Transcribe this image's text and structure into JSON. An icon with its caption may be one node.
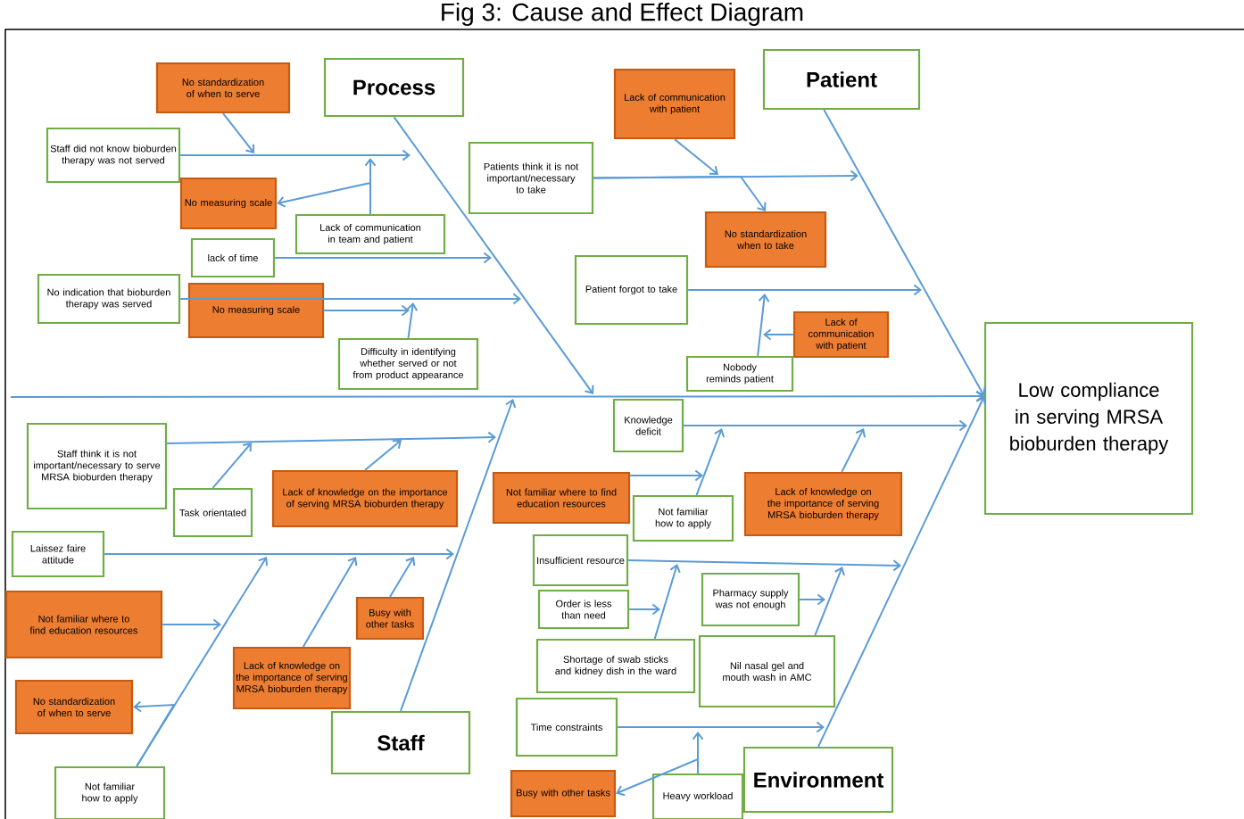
{
  "diagram": {
    "title": "Fig 3: Cause and Effect Diagram",
    "nodes": [
      {
        "text": [
          "Process"
        ]
      },
      {
        "text": [
          "Patient"
        ]
      },
      {
        "text": [
          "Staff"
        ]
      },
      {
        "text": [
          "Environment"
        ]
      },
      {
        "text": [
          "Low compliance in serving MRSA bioburden therapy"
        ]
      },
      {
        "text": [
          "No standardization of when to serve"
        ]
      },
      {
        "text": [
          "Staff did not know bioburden therapy was not served"
        ]
      },
      {
        "text": [
          "No measuring scale"
        ]
      },
      {
        "text": [
          "Lack of communication in team and patient"
        ]
      },
      {
        "text": [
          "lack of time"
        ]
      },
      {
        "text": [
          "No indication that bioburden therapy was served"
        ]
      },
      {
        "text": [
          "No measuring scale"
        ]
      },
      {
        "text": [
          "Difficulty in identifying whether served or not from product appearance"
        ]
      },
      {
        "text": [
          "Lack of communication with patient"
        ]
      },
      {
        "text": [
          "Patients think it is not important/necessary to take"
        ]
      },
      {
        "text": [
          "No standardization when to take"
        ]
      },
      {
        "text": [
          "Patient forgot to take"
        ]
      },
      {
        "text": [
          "Lack of communication with patient"
        ]
      },
      {
        "text": [
          "Nobody reminds patient"
        ]
      },
      {
        "text": [
          "Staff think it is not important/necessary to serve MRSA bioburden therapy"
        ]
      },
      {
        "text": [
          "Task orientated"
        ]
      },
      {
        "text": [
          "Lack of knowledge on the importance of serving MRSA bioburden therapy"
        ]
      },
      {
        "text": [
          "Laissez faire attitude"
        ]
      },
      {
        "text": [
          "Not familiar where to find education resources"
        ]
      },
      {
        "text": [
          "No standardization of when to serve"
        ]
      },
      {
        "text": [
          "Lack of knowledge on the importance of serving MRSA bioburden therapy"
        ]
      },
      {
        "text": [
          "Busy with other tasks"
        ]
      },
      {
        "text": [
          "Not familiar how to apply"
        ]
      },
      {
        "text": [
          "Not familiar where to find education resources"
        ]
      },
      {
        "text": [
          "Knowledge deficit"
        ]
      },
      {
        "text": [
          "Not familiar how to apply"
        ]
      },
      {
        "text": [
          "Lack of knowledge on the importance of serving MRSA bioburden therapy"
        ]
      },
      {
        "text": [
          "Insufficient resource"
        ]
      },
      {
        "text": [
          "Order is less than need"
        ]
      },
      {
        "text": [
          "Pharmacy supply was not enough"
        ]
      },
      {
        "text": [
          "Shortage of swab sticks and kidney dish in the ward"
        ]
      },
      {
        "text": [
          "Nil nasal gel and mouth wash in AMC"
        ]
      },
      {
        "text": [
          "Time constraints"
        ]
      },
      {
        "text": [
          "Busy with other tasks"
        ]
      },
      {
        "text": [
          "Heavy workload"
        ]
      }
    ],
    "edges": [
      {
        "from": null,
        "to": 4,
        "arrow": "to"
      },
      {
        "from": 0,
        "to": null,
        "arrow": "to"
      },
      {
        "from": 1,
        "to": 4,
        "arrow": "to"
      },
      {
        "from": 2,
        "to": null,
        "arrow": "to"
      },
      {
        "from": 3,
        "to": 4,
        "arrow": "to"
      },
      {
        "from": 6,
        "to": null,
        "arrow": "to"
      },
      {
        "from": 5,
        "to": null,
        "arrow": "to"
      },
      {
        "from": 8,
        "to": null,
        "arrow": "to"
      },
      {
        "from": 8,
        "to": 7,
        "arrow": "to"
      },
      {
        "from": 9,
        "to": null,
        "arrow": "to"
      },
      {
        "from": 10,
        "to": null,
        "arrow": "to"
      },
      {
        "from": 11,
        "to": null,
        "arrow": "to"
      },
      {
        "from": 12,
        "to": null,
        "arrow": "to"
      },
      {
        "from": 14,
        "to": null,
        "arrow": "to"
      },
      {
        "from": 13,
        "to": null,
        "arrow": "to"
      },
      {
        "from": 14,
        "to": 15,
        "arrow": "to"
      },
      {
        "from": 16,
        "to": null,
        "arrow": "to"
      },
      {
        "from": 18,
        "to": null,
        "arrow": "to"
      },
      {
        "from": 17,
        "to": null,
        "arrow": "to"
      },
      {
        "from": 19,
        "to": null,
        "arrow": "to"
      },
      {
        "from": 20,
        "to": null,
        "arrow": "to"
      },
      {
        "from": 21,
        "to": null,
        "arrow": "to"
      },
      {
        "from": 22,
        "to": null,
        "arrow": "to"
      },
      {
        "from": 27,
        "to": null,
        "arrow": "to"
      },
      {
        "from": 23,
        "to": null,
        "arrow": "to"
      },
      {
        "from": 27,
        "to": 24,
        "arrow": "to"
      },
      {
        "from": 25,
        "to": null,
        "arrow": "to"
      },
      {
        "from": 26,
        "to": null,
        "arrow": "to"
      },
      {
        "from": 29,
        "to": null,
        "arrow": "to"
      },
      {
        "from": 28,
        "to": null,
        "arrow": "to"
      },
      {
        "from": 30,
        "to": null,
        "arrow": "to"
      },
      {
        "from": 31,
        "to": null,
        "arrow": "to"
      },
      {
        "from": 32,
        "to": null,
        "arrow": "to"
      },
      {
        "from": 33,
        "to": null,
        "arrow": "to"
      },
      {
        "from": 35,
        "to": null,
        "arrow": "to"
      },
      {
        "from": 34,
        "to": null,
        "arrow": "to"
      },
      {
        "from": 36,
        "to": null,
        "arrow": "to"
      },
      {
        "from": 37,
        "to": null,
        "arrow": "to"
      },
      {
        "from": 39,
        "to": null,
        "arrow": "to"
      },
      {
        "from": 39,
        "to": 38,
        "arrow": "to"
      }
    ]
  }
}
